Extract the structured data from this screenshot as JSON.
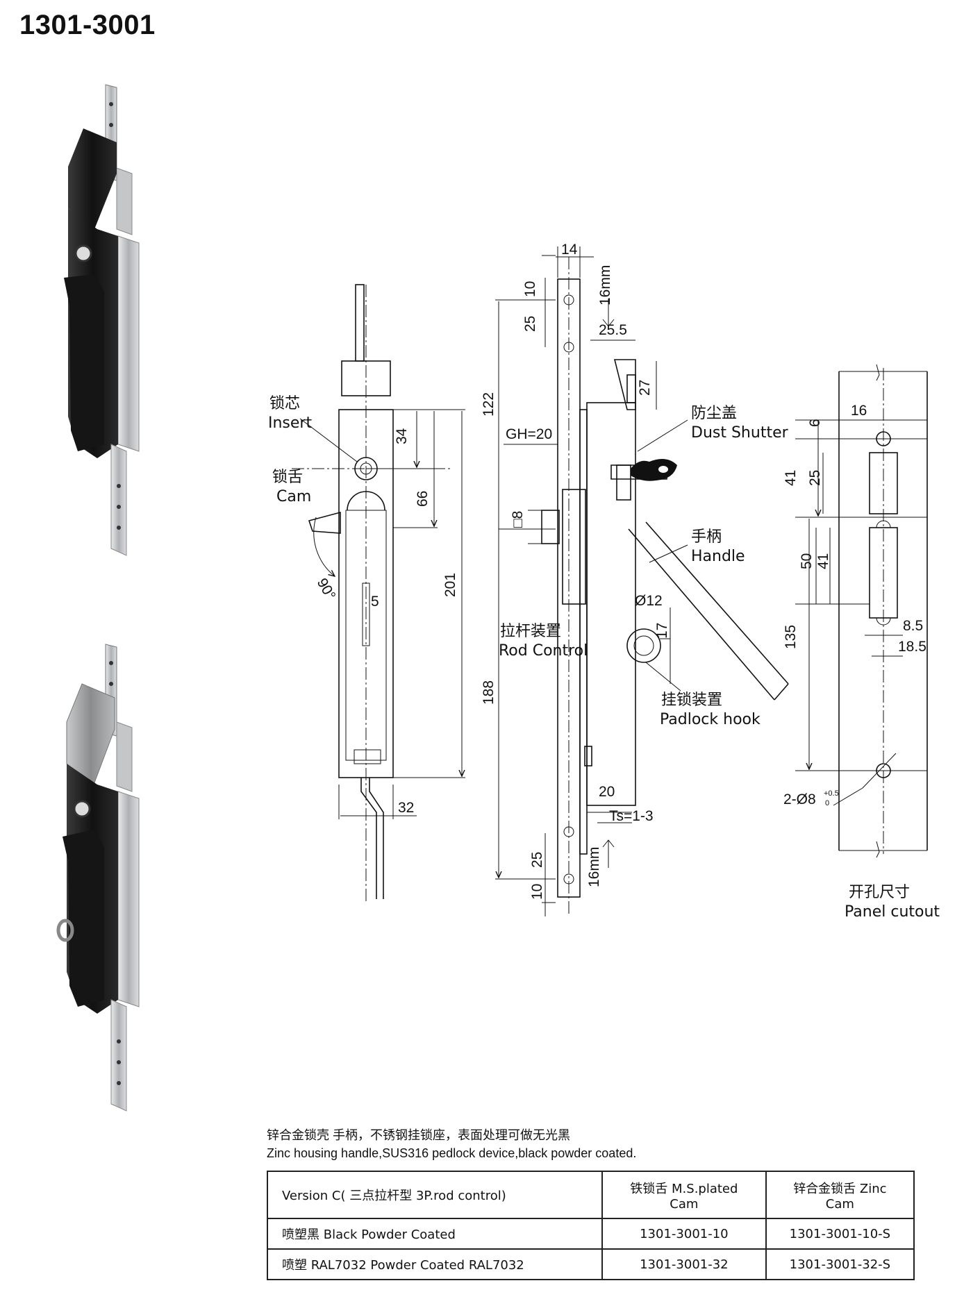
{
  "title": "1301-3001",
  "labels": {
    "insert_cn": "锁芯",
    "insert_en": "Insert",
    "cam_cn": "锁舌",
    "cam_en": "Cam",
    "dust_cn": "防尘盖",
    "dust_en": "Dust Shutter",
    "handle_cn": "手柄",
    "handle_en": "Handle",
    "rod_cn": "拉杆装置",
    "rod_en": "Rod Control",
    "padlock_cn": "挂锁装置",
    "padlock_en": "Padlock hook",
    "cutout_cn": "开孔尺寸",
    "cutout_en": "Panel cutout"
  },
  "dims": {
    "d14": "14",
    "d10a": "10",
    "d16mm_top": "16mm",
    "d25a": "25",
    "d25_5": "25.5",
    "d122": "122",
    "d27": "27",
    "gh": "GH=20",
    "sq8": "□8",
    "d188": "188",
    "d12": "Ø12",
    "d17": "17",
    "d20": "20",
    "ts": "Ts=1-3",
    "d25b": "25",
    "d10b": "10",
    "d16mm_bot": "16mm",
    "d34": "34",
    "d66": "66",
    "d201": "201",
    "d90": "90°",
    "d5": "5",
    "d32": "32",
    "c16": "16",
    "c6": "6",
    "c41a": "41",
    "c25": "25",
    "c50": "50",
    "c41b": "41",
    "c135": "135",
    "c8_5": "8.5",
    "c18_5": "18.5",
    "c2d8": "2-Ø8",
    "c_tol_up": "+0.5",
    "c_tol_dn": "0"
  },
  "description": {
    "cn": "锌合金锁壳 手柄，不锈钢挂锁座，表面处理可做无光黑",
    "en": "Zinc housing handle,SUS316 pedlock device,black powder coated."
  },
  "table": {
    "header": [
      "Version C( 三点拉杆型 3P.rod control)",
      "铁锁舌 M.S.plated Cam",
      "锌合金锁舌 Zinc Cam"
    ],
    "rows": [
      [
        "喷塑黑 Black Powder Coated",
        "1301-3001-10",
        "1301-3001-10-S"
      ],
      [
        "喷塑 RAL7032 Powder Coated RAL7032",
        "1301-3001-32",
        "1301-3001-32-S"
      ]
    ]
  },
  "colors": {
    "ink": "#111111",
    "handle_black": "#1c1c1c",
    "metal": "#b9bcbf",
    "grey_body": "#8d8f91"
  }
}
